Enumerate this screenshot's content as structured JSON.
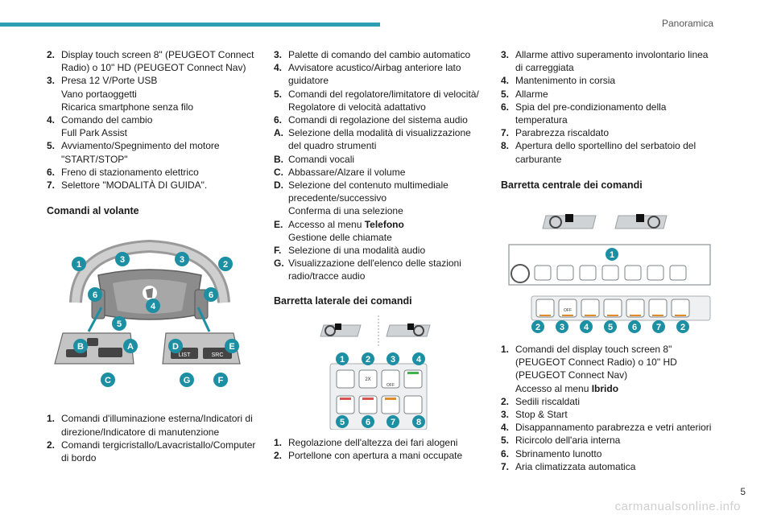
{
  "header": {
    "title": "Panoramica"
  },
  "page_number": "5",
  "footer_url": "carmanualsonline.info",
  "col1": {
    "list_a": [
      {
        "num": "2.",
        "lines": [
          "Display touch screen 8\" (PEUGEOT Connect Radio) o 10\" HD (PEUGEOT Connect Nav)"
        ]
      },
      {
        "num": "3.",
        "lines": [
          "Presa 12 V/Porte USB",
          "Vano portaoggetti",
          "Ricarica smartphone senza filo"
        ]
      },
      {
        "num": "4.",
        "lines": [
          "Comando del cambio",
          "Full Park Assist"
        ]
      },
      {
        "num": "5.",
        "lines": [
          "Avviamento/Spegnimento del motore \"START/STOP\""
        ]
      },
      {
        "num": "6.",
        "lines": [
          "Freno di stazionamento elettrico"
        ]
      },
      {
        "num": "7.",
        "lines": [
          "Selettore \"MODALITÀ DI GUIDA\"."
        ]
      }
    ],
    "heading": "Comandi al volante",
    "figure_labels": {
      "n1": "1",
      "n2": "2",
      "n3a": "3",
      "n3b": "3",
      "n4": "4",
      "n5": "5",
      "n6a": "6",
      "n6b": "6",
      "lA": "A",
      "lB": "B",
      "lC": "C",
      "lD": "D",
      "lE": "E",
      "lF": "F",
      "lG": "G",
      "list_btn": "LIST",
      "src_btn": "SRC"
    },
    "list_b": [
      {
        "num": "1.",
        "lines": [
          "Comandi d'illuminazione esterna/Indicatori di direzione/Indicatore di manutenzione"
        ]
      },
      {
        "num": "2.",
        "lines": [
          "Comandi tergicristallo/Lavacristallo/Computer di bordo"
        ]
      }
    ]
  },
  "col2": {
    "list_a": [
      {
        "num": "3.",
        "lines": [
          "Palette di comando del cambio automatico"
        ]
      },
      {
        "num": "4.",
        "lines": [
          "Avvisatore acustico/Airbag anteriore lato guidatore"
        ]
      },
      {
        "num": "5.",
        "lines": [
          "Comandi del regolatore/limitatore di velocità/ Regolatore di velocità adattativo"
        ]
      },
      {
        "num": "6.",
        "lines": [
          "Comandi di regolazione del sistema audio"
        ]
      },
      {
        "num": "A.",
        "lines": [
          "Selezione della modalità di visualizzazione del quadro strumenti"
        ]
      },
      {
        "num": "B.",
        "lines": [
          "Comandi vocali"
        ]
      },
      {
        "num": "C.",
        "lines": [
          "Abbassare/Alzare il volume"
        ]
      },
      {
        "num": "D.",
        "lines": [
          "Selezione del contenuto multimediale precedente/successivo",
          "Conferma di una selezione"
        ]
      }
    ],
    "item_e": {
      "num": "E.",
      "prefix": "Accesso al menu ",
      "bold": "Telefono",
      "second": "Gestione delle chiamate"
    },
    "list_b": [
      {
        "num": "F.",
        "lines": [
          "Selezione di una modalità audio"
        ]
      },
      {
        "num": "G.",
        "lines": [
          "Visualizzazione dell'elenco delle stazioni radio/tracce audio"
        ]
      }
    ],
    "heading": "Barretta laterale dei comandi",
    "figure_labels": {
      "b1": "1",
      "b2": "2",
      "b3": "3",
      "b4": "4",
      "b5": "5",
      "b6": "6",
      "b7": "7",
      "b8": "8",
      "k2x": "2X",
      "off": "OFF"
    },
    "list_c": [
      {
        "num": "1.",
        "lines": [
          "Regolazione dell'altezza dei fari alogeni"
        ]
      },
      {
        "num": "2.",
        "lines": [
          "Portellone con apertura a mani occupate"
        ]
      }
    ]
  },
  "col3": {
    "list_a": [
      {
        "num": "3.",
        "lines": [
          "Allarme attivo superamento involontario linea di carreggiata"
        ]
      },
      {
        "num": "4.",
        "lines": [
          "Mantenimento in corsia"
        ]
      },
      {
        "num": "5.",
        "lines": [
          "Allarme"
        ]
      },
      {
        "num": "6.",
        "lines": [
          "Spia del pre-condizionamento della temperatura"
        ]
      },
      {
        "num": "7.",
        "lines": [
          "Parabrezza riscaldato"
        ]
      },
      {
        "num": "8.",
        "lines": [
          "Apertura dello sportellino del serbatoio del carburante"
        ]
      }
    ],
    "heading": "Barretta centrale dei comandi",
    "figure_labels": {
      "c1": "1",
      "c2a": "2",
      "c3": "3",
      "c4": "4",
      "c5": "5",
      "c6": "6",
      "c7": "7",
      "c2b": "2",
      "off": "OFF"
    },
    "item_1": {
      "num": "1.",
      "lines": [
        "Comandi del display touch screen 8\" (PEUGEOT Connect Radio) o 10\" HD (PEUGEOT Connect Nav)"
      ],
      "prefix": "Accesso al menu ",
      "bold": "Ibrido"
    },
    "list_b": [
      {
        "num": "2.",
        "lines": [
          "Sedili riscaldati"
        ]
      },
      {
        "num": "3.",
        "lines": [
          "Stop & Start"
        ]
      },
      {
        "num": "4.",
        "lines": [
          "Disappannamento parabrezza e vetri anteriori"
        ]
      },
      {
        "num": "5.",
        "lines": [
          "Ricircolo dell'aria interna"
        ]
      },
      {
        "num": "6.",
        "lines": [
          "Sbrinamento lunotto"
        ]
      },
      {
        "num": "7.",
        "lines": [
          "Aria climatizzata automatica"
        ]
      }
    ]
  }
}
